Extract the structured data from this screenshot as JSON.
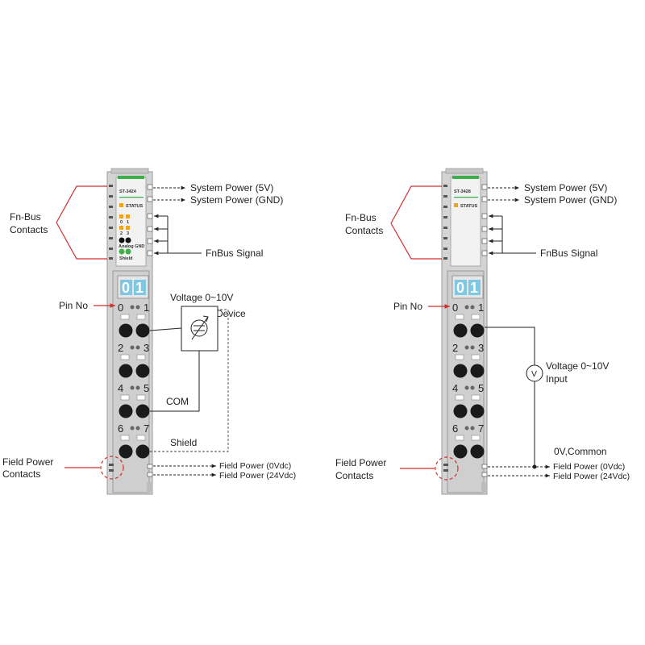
{
  "colors": {
    "module_body": "#d4d4d4",
    "module_edge": "#9a9a9a",
    "status_green": "#3db04b",
    "led_orange": "#f2a31c",
    "tag_blue": "#7ec8e3",
    "callout_red": "#d32f2f",
    "wire": "#333333"
  },
  "left": {
    "model": "ST-3424",
    "status_label": "STATUS",
    "led_labels": [
      "0",
      "1",
      "2",
      "3"
    ],
    "analog_label": "Analog GND",
    "shield_label": "Shield",
    "tag_digits": [
      "0",
      "1"
    ],
    "pins": [
      "0",
      "1",
      "2",
      "3",
      "4",
      "5",
      "6",
      "7"
    ],
    "fnbus_contacts_label": [
      "Fn-Bus",
      "Contacts"
    ],
    "system_power_5v": "System Power (5V)",
    "system_power_gnd": "System Power (GND)",
    "fnbus_signal": "FnBus Signal",
    "pin_no": "Pin No",
    "voltage_label": "Voltage 0~10V",
    "device_label": "Device",
    "com_label": "COM",
    "shield_wire_label": "Shield",
    "field_power_contacts_label": [
      "Field Power",
      "Contacts"
    ],
    "field_power_0v": "Field Power (0Vdc)",
    "field_power_24v": "Field Power (24Vdc)"
  },
  "right": {
    "model": "ST-3428",
    "status_label": "STATUS",
    "tag_digits": [
      "0",
      "1"
    ],
    "pins": [
      "0",
      "1",
      "2",
      "3",
      "4",
      "5",
      "6",
      "7"
    ],
    "fnbus_contacts_label": [
      "Fn-Bus",
      "Contacts"
    ],
    "system_power_5v": "System Power (5V)",
    "system_power_gnd": "System Power (GND)",
    "fnbus_signal": "FnBus Signal",
    "pin_no": "Pin No",
    "meter_symbol": "V",
    "voltage_label": [
      "Voltage 0~10V",
      "Input"
    ],
    "common_label": "0V,Common",
    "field_power_contacts_label": [
      "Field Power",
      "Contacts"
    ],
    "field_power_0v": "Field Power (0Vdc)",
    "field_power_24v": "Field Power (24Vdc)"
  }
}
